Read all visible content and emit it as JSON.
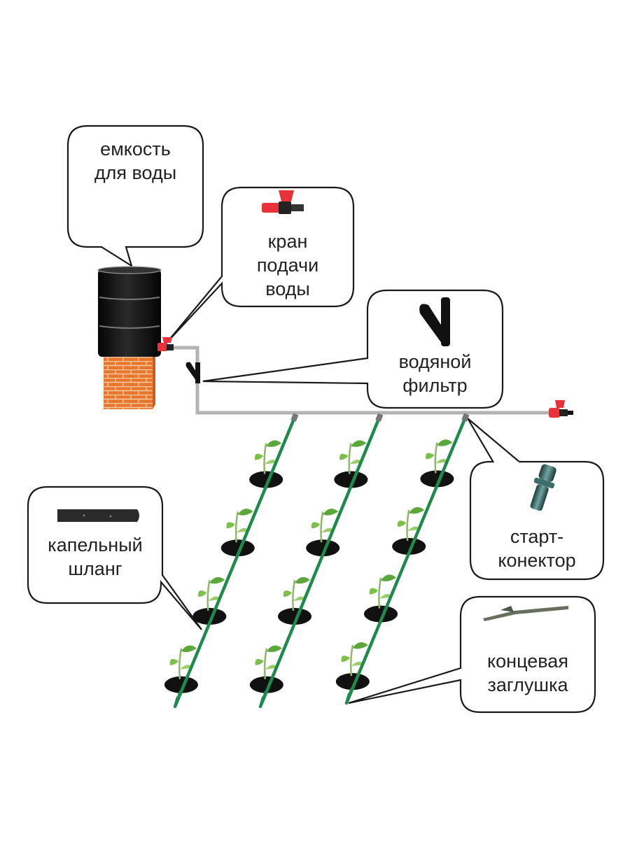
{
  "diagram": {
    "title": "",
    "language": "ru",
    "colors": {
      "background": "#ffffff",
      "callout_stroke": "#1a1a1a",
      "pipe": "#b3b3b3",
      "drip_hose": "#1e8a4c",
      "barrel": "#151515",
      "brick": "#e8772e",
      "valve_red": "#e8323a",
      "plant_green": "#5aa83a",
      "soil": "#111111",
      "text": "#222222"
    },
    "callouts": [
      {
        "id": "tank",
        "lines": [
          "емкость",
          "для воды"
        ],
        "points_to": "water barrel",
        "icon": "none"
      },
      {
        "id": "valve",
        "lines": [
          "кран",
          "подачи",
          "воды"
        ],
        "points_to": "valve at barrel outlet",
        "icon": "red-valve-icon"
      },
      {
        "id": "filter",
        "lines": [
          "водяной",
          "фильтр"
        ],
        "points_to": "inline Y-filter",
        "icon": "y-filter-icon"
      },
      {
        "id": "start-connector",
        "lines": [
          "старт-",
          "конектор"
        ],
        "points_to": "connector on main pipe",
        "icon": "start-connector-icon"
      },
      {
        "id": "drip-hose",
        "lines": [
          "капельный",
          "шланг"
        ],
        "points_to": "green drip lines",
        "icon": "drip-hose-icon"
      },
      {
        "id": "end-plug",
        "lines": [
          "концевая",
          "заглушка"
        ],
        "points_to": "ends of drip lines",
        "icon": "end-plug-icon"
      }
    ],
    "components": {
      "drip_lines": 3,
      "plants_per_line": 4,
      "end_valve_on_main": true
    }
  }
}
